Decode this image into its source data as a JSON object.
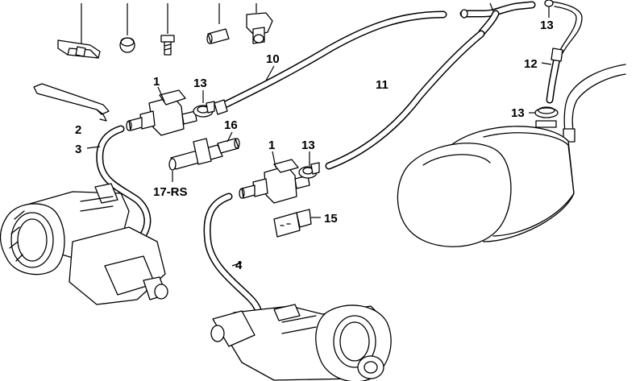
{
  "callouts": {
    "c1a": "1",
    "c1b": "1",
    "c2": "2",
    "c3": "3",
    "c4": "4",
    "c10": "10",
    "c11": "11",
    "c12": "12",
    "c13a": "13",
    "c13b": "13",
    "c13c": "13",
    "c13d": "13",
    "c15": "15",
    "c16": "16",
    "c17": "17-RS"
  }
}
